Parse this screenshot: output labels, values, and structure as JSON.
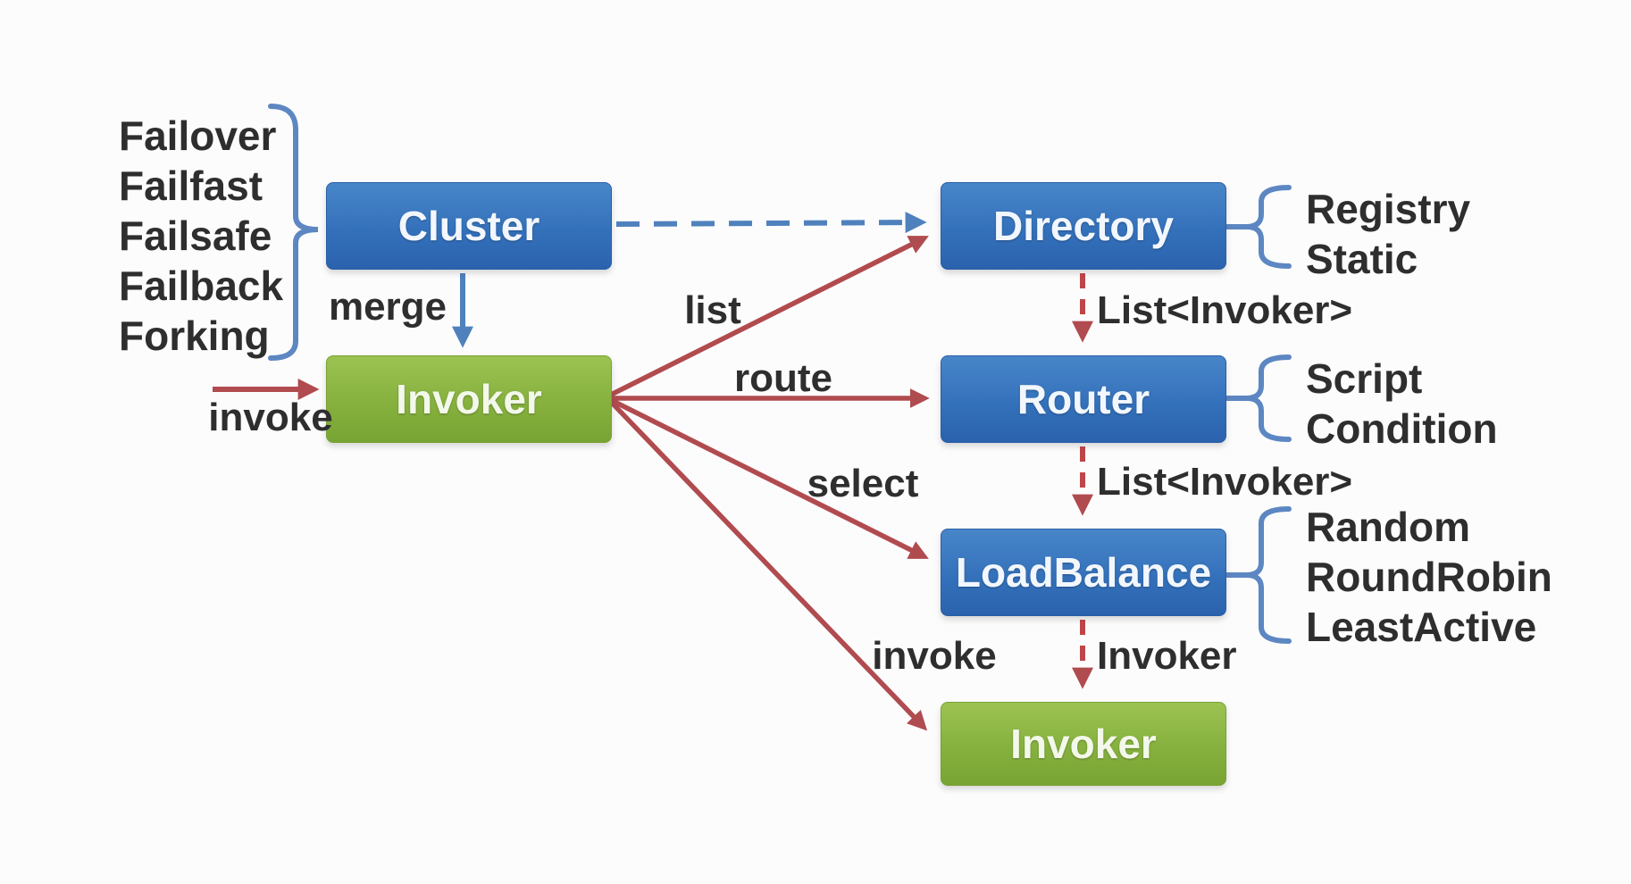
{
  "nodes": {
    "cluster": {
      "label": "Cluster"
    },
    "invoker_main": {
      "label": "Invoker"
    },
    "directory": {
      "label": "Directory"
    },
    "router": {
      "label": "Router"
    },
    "loadbalance": {
      "label": "LoadBalance"
    },
    "invoker_selected": {
      "label": "Invoker"
    }
  },
  "edge_labels": {
    "merge": "merge",
    "invoke_in": "invoke",
    "list": "list",
    "route": "route",
    "select": "select",
    "invoke_out": "invoke",
    "directory_to_router": "List<Invoker>",
    "router_to_loadbalance": "List<Invoker>",
    "loadbalance_to_invoker": "Invoker"
  },
  "annotations": {
    "cluster_impls": [
      "Failover",
      "Failfast",
      "Failsafe",
      "Failback",
      "Forking"
    ],
    "directory_impls": [
      "Registry",
      "Static"
    ],
    "router_impls": [
      "Script",
      "Condition"
    ],
    "loadbalance_impls": [
      "Random",
      "RoundRobin",
      "LeastActive"
    ]
  },
  "colors": {
    "box_blue": "#3471bb",
    "box_green": "#86b13e",
    "arrow_red": "#b04b4f",
    "arrow_blue": "#4f81bd",
    "brace_blue": "#5d87c2",
    "text": "#2e2e2e"
  }
}
